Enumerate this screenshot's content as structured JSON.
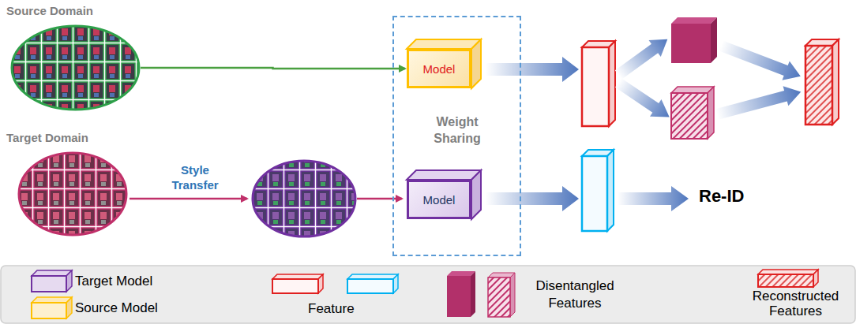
{
  "diagram": {
    "nodes": [
      {
        "text": [
          "Source Domain"
        ]
      },
      {
        "text": [
          "Target Domain"
        ]
      },
      {
        "text": [
          "Weight Sharing"
        ]
      },
      {
        "text": [
          "Model"
        ],
        "in": 2
      },
      {
        "text": [
          "Model"
        ],
        "in": 2
      }
    ],
    "edges": [
      {
        "from": 0,
        "to": 3,
        "arrow": "to"
      }
    ],
    "labels": [
      "Style Transfer",
      "Re-ID"
    ],
    "legend": [
      {
        "text": "Target Model"
      },
      {
        "text": "Source Model"
      },
      {
        "text": "Feature"
      },
      {
        "text": "Disentangled Features"
      },
      {
        "text": "Reconstructed Features"
      }
    ]
  }
}
